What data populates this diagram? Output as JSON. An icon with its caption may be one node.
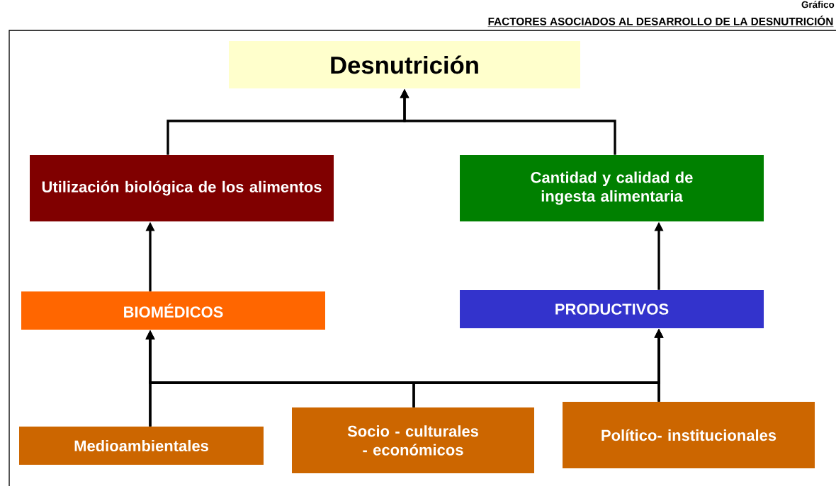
{
  "diagram": {
    "title": "FACTORES ASOCIADOS AL DESARROLLO DE LA DESNUTRICIÓN",
    "nodes": [
      {
        "text": [
          "Desnutrición"
        ]
      },
      {
        "text": [
          "Utilización biológica de los alimentos"
        ]
      },
      {
        "text": [
          "Cantidad y calidad de ingesta alimentaria"
        ]
      },
      {
        "text": [
          "BIOMÉDICOS"
        ]
      },
      {
        "text": [
          "PRODUCTIVOS"
        ]
      },
      {
        "text": [
          "Medioambientales"
        ]
      },
      {
        "text": [
          "Socio - culturales - económicos"
        ]
      },
      {
        "text": [
          "Político- institucionales"
        ]
      }
    ],
    "edges": [
      {
        "from": 1,
        "to": 0,
        "arrow": "to"
      },
      {
        "from": 2,
        "to": 0,
        "arrow": "to"
      },
      {
        "from": 3,
        "to": 1,
        "arrow": "to"
      },
      {
        "from": 4,
        "to": 2,
        "arrow": "to"
      },
      {
        "from": 5,
        "to": 3,
        "arrow": "to"
      },
      {
        "from": 5,
        "to": 4,
        "arrow": "to"
      },
      {
        "from": 6,
        "to": 3,
        "arrow": "to"
      },
      {
        "from": 6,
        "to": 4,
        "arrow": "to"
      },
      {
        "from": 7,
        "to": 3,
        "arrow": "to"
      },
      {
        "from": 7,
        "to": 4,
        "arrow": "to"
      }
    ],
    "labels": [
      "Gráfico"
    ]
  }
}
